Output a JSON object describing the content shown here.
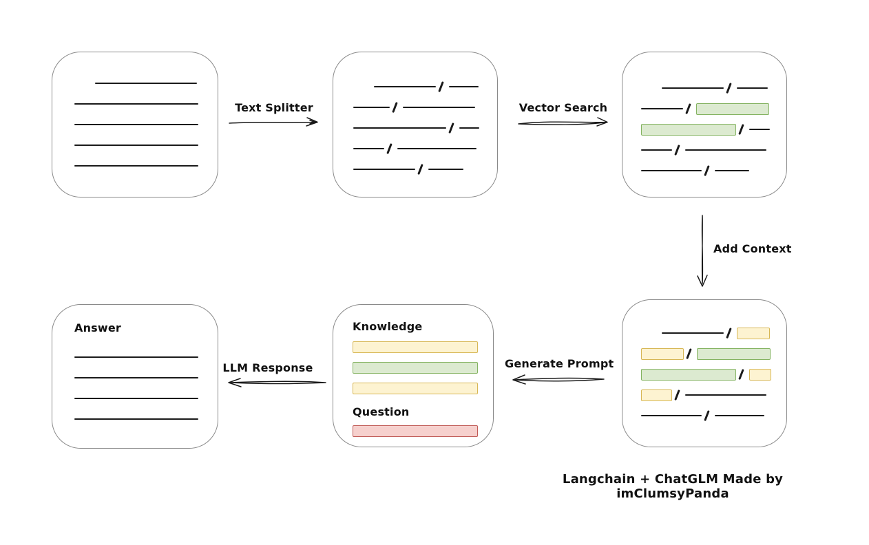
{
  "caption": "Langchain + ChatGLM Made by imClumsyPanda",
  "colors": {
    "stroke": "#1a1a1a",
    "box_border": "#8a8a8a",
    "green_fill": "#dcead0",
    "green_border": "#84b361",
    "yellow_fill": "#fdf3d1",
    "yellow_border": "#d7b755",
    "red_fill": "#f6d0cd",
    "red_border": "#c05a56"
  },
  "arrows": {
    "text_splitter": {
      "label": "Text Splitter"
    },
    "vector_search": {
      "label": "Vector Search"
    },
    "add_context": {
      "label": "Add Context"
    },
    "generate_prompt": {
      "label": "Generate Prompt"
    },
    "llm_response": {
      "label": "LLM Response"
    }
  },
  "boxes": {
    "document": {
      "rows": [
        [
          {
            "t": "gap",
            "w": 30
          },
          {
            "t": "line",
            "w": 148
          }
        ],
        [
          {
            "t": "line",
            "w": 180
          }
        ],
        [
          {
            "t": "line",
            "w": 180
          }
        ],
        [
          {
            "t": "line",
            "w": 180
          }
        ],
        [
          {
            "t": "line",
            "w": 180
          }
        ]
      ]
    },
    "chunks": {
      "rows": [
        [
          {
            "t": "gap",
            "w": 30
          },
          {
            "t": "line",
            "w": 90
          },
          {
            "t": "slash"
          },
          {
            "t": "line",
            "w": 43
          }
        ],
        [
          {
            "t": "line",
            "w": 53
          },
          {
            "t": "slash"
          },
          {
            "t": "line",
            "w": 105
          }
        ],
        [
          {
            "t": "line",
            "w": 135
          },
          {
            "t": "slash"
          },
          {
            "t": "line",
            "w": 29
          }
        ],
        [
          {
            "t": "line",
            "w": 45
          },
          {
            "t": "slash"
          },
          {
            "t": "line",
            "w": 115
          }
        ],
        [
          {
            "t": "line",
            "w": 90
          },
          {
            "t": "slash"
          },
          {
            "t": "line",
            "w": 51
          }
        ]
      ]
    },
    "search_results": {
      "rows": [
        [
          {
            "t": "gap",
            "w": 30
          },
          {
            "t": "line",
            "w": 90
          },
          {
            "t": "slash"
          },
          {
            "t": "line",
            "w": 45
          }
        ],
        [
          {
            "t": "line",
            "w": 61
          },
          {
            "t": "slash"
          },
          {
            "t": "green",
            "w": 106
          }
        ],
        [
          {
            "t": "green",
            "w": 138
          },
          {
            "t": "slash"
          },
          {
            "t": "line",
            "w": 30
          }
        ],
        [
          {
            "t": "line",
            "w": 45
          },
          {
            "t": "slash"
          },
          {
            "t": "line",
            "w": 118
          }
        ],
        [
          {
            "t": "line",
            "w": 88
          },
          {
            "t": "slash"
          },
          {
            "t": "line",
            "w": 50
          }
        ]
      ]
    },
    "context": {
      "rows": [
        [
          {
            "t": "gap",
            "w": 30
          },
          {
            "t": "line",
            "w": 90
          },
          {
            "t": "slash"
          },
          {
            "t": "yellow",
            "w": 48
          }
        ],
        [
          {
            "t": "yellow",
            "w": 62
          },
          {
            "t": "slash"
          },
          {
            "t": "green",
            "w": 107
          }
        ],
        [
          {
            "t": "green",
            "w": 138
          },
          {
            "t": "slash"
          },
          {
            "t": "yellow",
            "w": 32
          }
        ],
        [
          {
            "t": "yellow",
            "w": 45
          },
          {
            "t": "slash"
          },
          {
            "t": "line",
            "w": 118
          }
        ],
        [
          {
            "t": "line",
            "w": 88
          },
          {
            "t": "slash"
          },
          {
            "t": "line",
            "w": 72
          }
        ]
      ]
    },
    "prompt": {
      "knowledge_label": "Knowledge",
      "question_label": "Question",
      "knowledge_bars": [
        [
          {
            "t": "yellow",
            "w": 182
          }
        ],
        [
          {
            "t": "green",
            "w": 182
          }
        ],
        [
          {
            "t": "yellow",
            "w": 182
          }
        ]
      ],
      "question_bars": [
        [
          {
            "t": "red",
            "w": 182
          }
        ]
      ]
    },
    "answer": {
      "label": "Answer",
      "rows": [
        [
          {
            "t": "line",
            "w": 180
          }
        ],
        [
          {
            "t": "line",
            "w": 180
          }
        ],
        [
          {
            "t": "line",
            "w": 180
          }
        ],
        [
          {
            "t": "line",
            "w": 180
          }
        ]
      ]
    }
  }
}
